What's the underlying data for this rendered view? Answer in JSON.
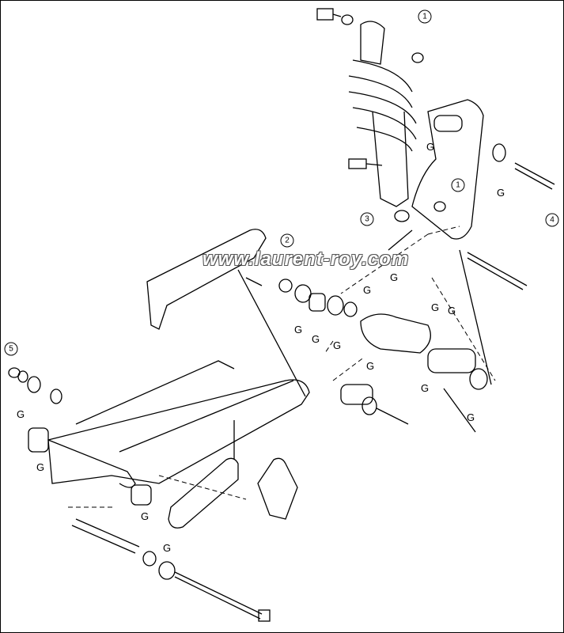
{
  "watermark": "www.laurent-roy.com",
  "callouts": [
    "1",
    "1",
    "3",
    "4",
    "2",
    "5"
  ],
  "grease_marks": [
    "G",
    "G",
    "G",
    "G",
    "G",
    "G",
    "G",
    "G",
    "G",
    "G",
    "G",
    "G",
    "G",
    "G",
    "G",
    "G"
  ]
}
